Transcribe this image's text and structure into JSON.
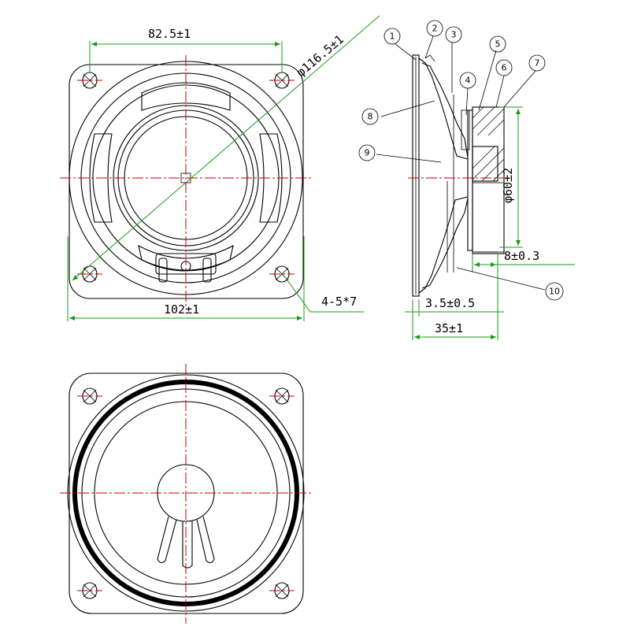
{
  "dimensions": {
    "mount_spacing": "82.5±1",
    "frame_diameter": "φ116.5±1",
    "overall_width": "102±1",
    "mount_holes": "4-5*7",
    "magnet_diameter": "φ60±2",
    "magnet_height": "8±0.3",
    "flange_depth": "3.5±0.5",
    "total_depth": "35±1"
  },
  "callouts": [
    "1",
    "2",
    "3",
    "4",
    "5",
    "6",
    "7",
    "8",
    "9",
    "10"
  ],
  "colors": {
    "outline": "#000000",
    "center_line": "#c00000",
    "dimension_line": "#1a9a1a"
  }
}
